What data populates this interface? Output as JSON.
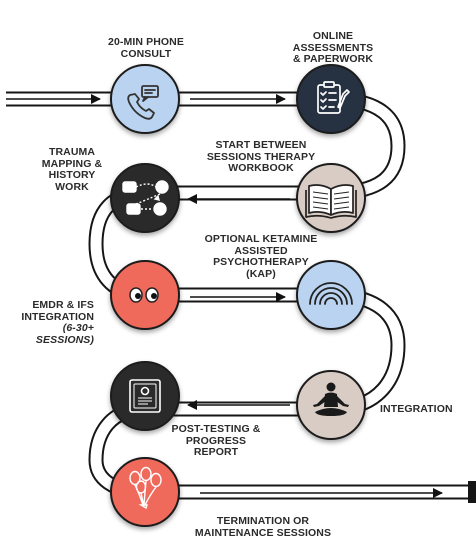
{
  "colors": {
    "blue": "#b9d3f0",
    "navy": "#263043",
    "tan": "#d9ccc4",
    "dark": "#2b2b2b",
    "red": "#f06a5b",
    "outline": "#1c1c1c"
  },
  "steps": [
    {
      "label_lines": [
        "20-MIN PHONE",
        "CONSULT"
      ],
      "icon": "phone-chat-icon",
      "color": "blue"
    },
    {
      "label_lines": [
        "ONLINE",
        "ASSESSMENTS",
        "& PAPERWORK"
      ],
      "icon": "clipboard-checklist-icon",
      "color": "navy"
    },
    {
      "label_lines": [
        "START BETWEEN",
        "SESSIONS THERAPY",
        "WORKBOOK"
      ],
      "icon": "open-book-icon",
      "color": "tan"
    },
    {
      "label_lines": [
        "TRAUMA",
        "MAPPING &",
        "HISTORY",
        "WORK"
      ],
      "icon": "flowchart-map-icon",
      "color": "dark"
    },
    {
      "label_lines": [
        "EMDR & IFS",
        "INTEGRATION"
      ],
      "label_italic_lines": [
        "(6-30+",
        "SESSIONS)"
      ],
      "icon": "moving-eyes-icon",
      "color": "red"
    },
    {
      "label_lines": [
        "OPTIONAL KETAMINE",
        "ASSISTED",
        "PSYCHOTHERAPY",
        "(KAP)"
      ],
      "icon": "rainbow-arc-icon",
      "color": "blue"
    },
    {
      "label_lines": [
        "INTEGRATION"
      ],
      "icon": "meditation-figure-icon",
      "color": "tan"
    },
    {
      "label_lines": [
        "POST-TESTING &",
        "PROGRESS",
        "REPORT"
      ],
      "icon": "certificate-report-icon",
      "color": "dark"
    },
    {
      "label_lines": [
        "TERMINATION OR",
        "MAINTENANCE SESSIONS"
      ],
      "icon": "balloons-icon",
      "color": "red"
    }
  ]
}
